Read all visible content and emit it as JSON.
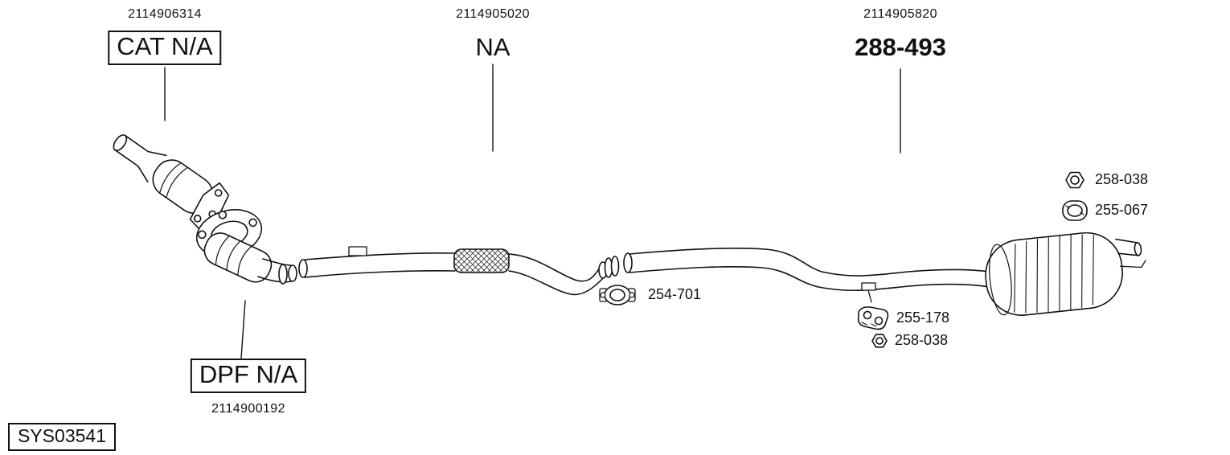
{
  "sections": {
    "cat": {
      "part_number": "2114906314",
      "label": "CAT N/A"
    },
    "front_pipe": {
      "part_number": "2114905020",
      "label": "NA"
    },
    "rear": {
      "part_number": "2114905820",
      "label": "288-493"
    },
    "dpf": {
      "label": "DPF N/A",
      "part_number": "2114900192"
    }
  },
  "callouts": {
    "nut_top_right": {
      "id": "258-038",
      "icon": "nut-icon"
    },
    "bracket_right": {
      "id": "255-067",
      "icon": "pipe-bracket-icon"
    },
    "clamp_mid": {
      "id": "254-701",
      "icon": "pipe-clamp-icon"
    },
    "hanger_rear": {
      "id": "255-178",
      "icon": "rubber-hanger-icon"
    },
    "nut_rear": {
      "id": "258-038",
      "icon": "nut-icon"
    }
  },
  "system": {
    "id": "SYS03541"
  },
  "colors": {
    "ink": "#111111",
    "background": "#ffffff"
  }
}
